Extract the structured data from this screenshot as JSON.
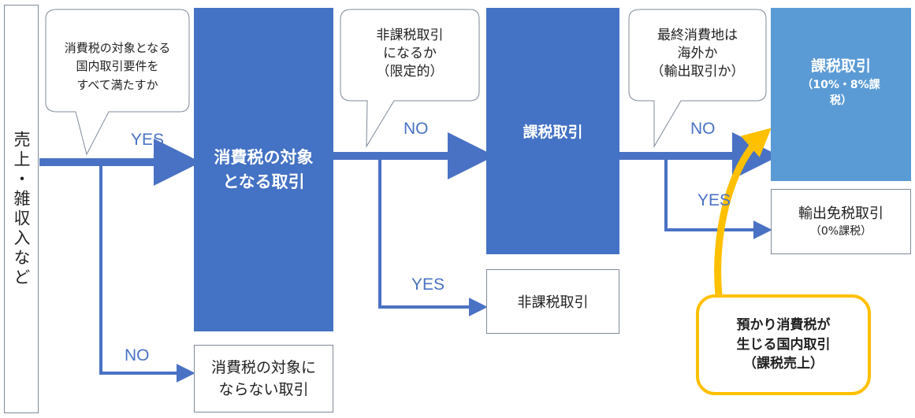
{
  "start_box": "売上・雑収入など",
  "bubbles": [
    "消費税の対象となる\n国内取引要件を\nすべて満たすか",
    "非課税取引\nになるか\n（限定的）",
    "最終消費地は\n海外か\n（輸出取引か）"
  ],
  "boxes": {
    "target": "消費税の対象\nとなる取引",
    "taxable_mid": "課税取引",
    "taxable_final_title": "課税取引",
    "taxable_final_sub": "（10%・8%課\n税）",
    "export": "輸出免税取引",
    "export_sub": "（0%課税）",
    "non_taxable": "非課税取引",
    "not_target": "消費税の対象に\nならない取引"
  },
  "labels": {
    "yes1": "YES",
    "no1": "NO",
    "no2": "NO",
    "yes2": "YES",
    "no3": "NO",
    "yes3": "YES"
  },
  "note": "預かり消費税が\n生じる国内取引\n（課税売上）",
  "colors": {
    "box_fill": "#4472c4",
    "box_light": "#5b9bd5",
    "arrow": "#4a72c4",
    "highlight": "#ffc000"
  }
}
